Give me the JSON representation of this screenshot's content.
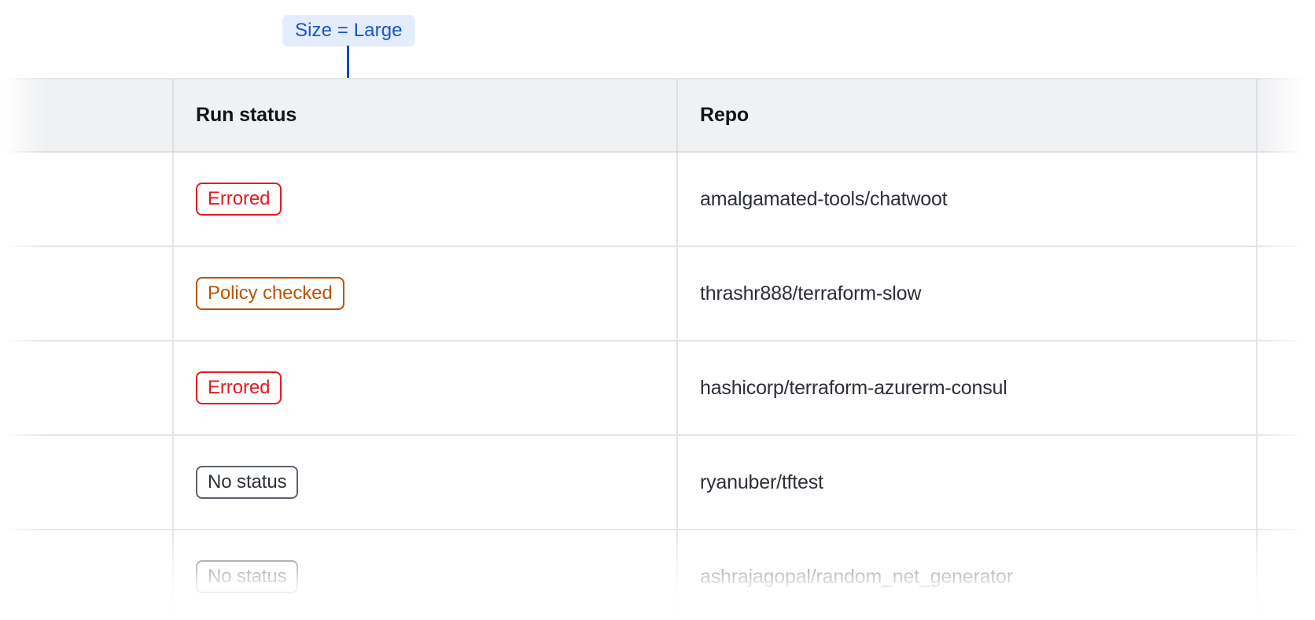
{
  "annotation": {
    "label": "Size = Large",
    "text_color": "#1B54C9",
    "background_color": "#E4EDFC",
    "connector_color": "#1549C4"
  },
  "table": {
    "columns": [
      {
        "key": "select",
        "label": ""
      },
      {
        "key": "status",
        "label": "Run status"
      },
      {
        "key": "repo",
        "label": "Repo"
      },
      {
        "key": "tail",
        "label": ""
      }
    ],
    "header_background": "#F0F1F3",
    "border_color": "#E4E5E9",
    "rows": [
      {
        "status": "Errored",
        "status_variant": "errored",
        "repo": "amalgamated-tools/chatwoot"
      },
      {
        "status": "Policy checked",
        "status_variant": "policy-checked",
        "repo": "thrashr888/terraform-slow"
      },
      {
        "status": "Errored",
        "status_variant": "errored",
        "repo": "hashicorp/terraform-azurerm-consul"
      },
      {
        "status": "No status",
        "status_variant": "no-status",
        "repo": "ryanuber/tftest"
      },
      {
        "status": "No status",
        "status_variant": "no-status",
        "repo": "ashrajagopal/random_net_generator"
      }
    ],
    "status_colors": {
      "errored": "#E31B23",
      "policy_checked": "#BA5300",
      "no_status": "#5C6270"
    }
  }
}
